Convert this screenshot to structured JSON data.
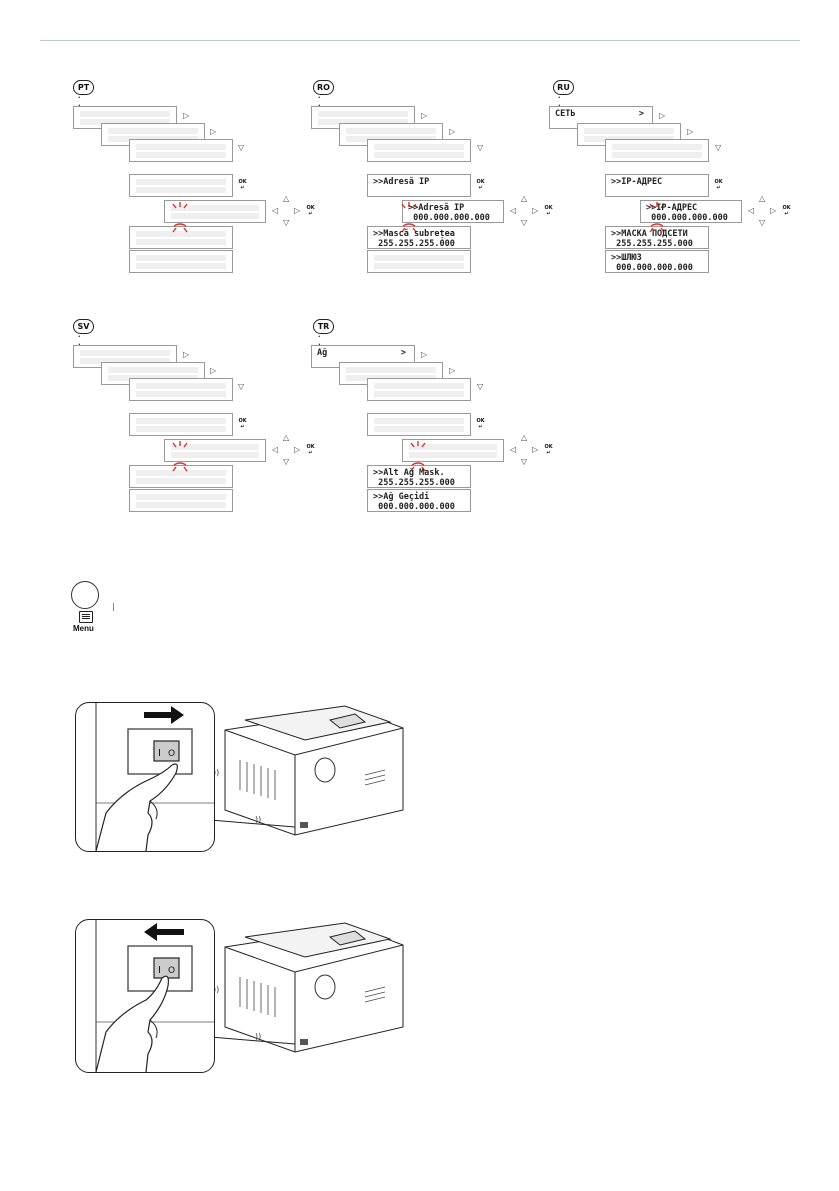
{
  "panels": {
    "pt": {
      "code": "PT",
      "dots": "· · ·"
    },
    "ro": {
      "code": "RO",
      "dots": "· · ·",
      "ip_label": ">>Adresă IP",
      "ip_edit_l1": ">>Adresă IP",
      "ip_edit_l2": " 000.000.000.000",
      "mask_l1": ">>Mască subrețea",
      "mask_l2": " 255.255.255.000"
    },
    "ru": {
      "code": "RU",
      "dots": "· · ·",
      "net": "СЕТЬ",
      "net_arrow": ">",
      "ip_label": ">>IP-АДРЕС",
      "ip_edit_l1": ">>IP-АДРЕС",
      "ip_edit_l2": " 000.000.000.000",
      "mask_l1": ">>МАСКА ПОДСЕТИ",
      "mask_l2": " 255.255.255.000",
      "gw_l1": ">>ШЛЮЗ",
      "gw_l2": " 000.000.000.000"
    },
    "sv": {
      "code": "SV",
      "dots": "· · ·"
    },
    "tr": {
      "code": "TR",
      "dots": "· · ·",
      "net": "Ağ",
      "net_arrow": ">",
      "mask_l1": ">>Alt Ağ Mask.",
      "mask_l2": " 255.255.255.000",
      "gw_l1": ">>Ağ Geçidi",
      "gw_l2": " 000.000.000.000"
    }
  },
  "ok_key": "OK",
  "menu_label": "Menu",
  "colors": {
    "blink": "#e0302b",
    "accent_line": "#b9cbd6"
  }
}
